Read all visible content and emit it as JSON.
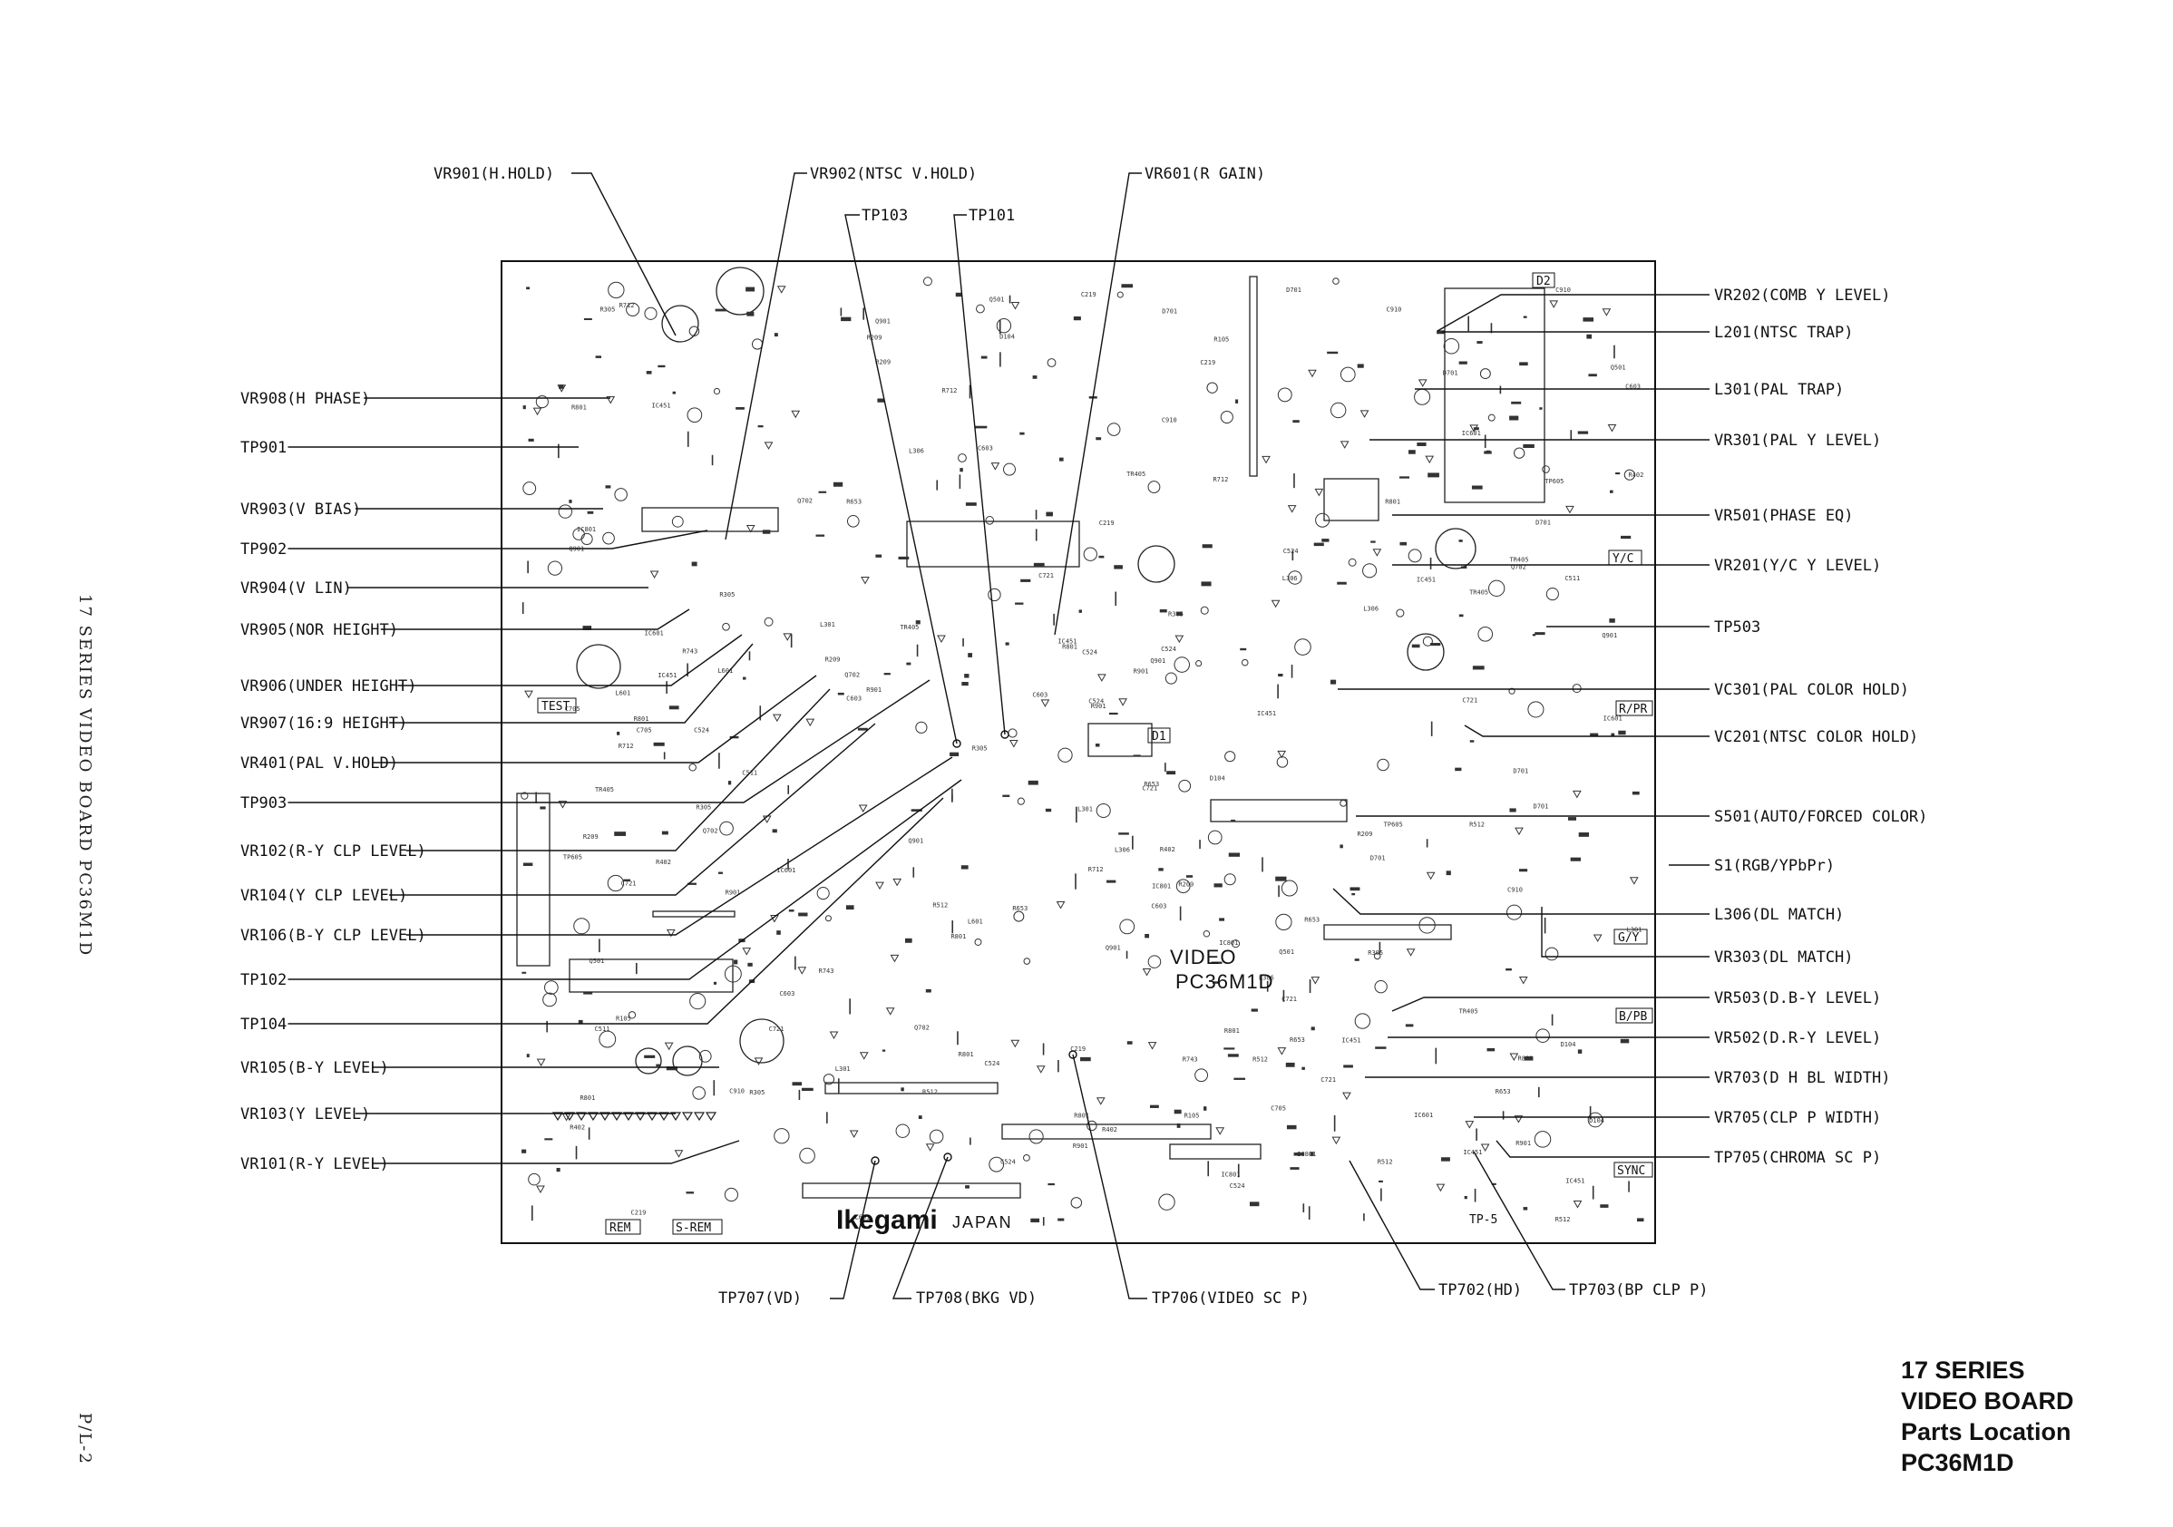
{
  "side_title": "17 SERIES VIDEO BOARD PC36M1D",
  "page_number": "P/L-2",
  "caption": [
    "17 SERIES",
    "VIDEO BOARD",
    "Parts Location",
    "PC36M1D"
  ],
  "board": {
    "name_line1": "VIDEO",
    "name_line2": "PC36M1D",
    "maker": "Ikegami",
    "origin": "JAPAN",
    "mark": "TP-5"
  },
  "board_tags": [
    "TEST",
    "REM",
    "S-REM",
    "Y/C",
    "R/PR",
    "G/Y",
    "B/PB",
    "SYNC",
    "D1",
    "D2"
  ],
  "callouts_top": [
    "VR901(H.HOLD)",
    "VR902(NTSC V.HOLD)",
    "VR601(R GAIN)",
    "TP103",
    "TP101"
  ],
  "callouts_left": [
    "VR908(H PHASE)",
    "TP901",
    "VR903(V BIAS)",
    "TP902",
    "VR904(V LIN)",
    "VR905(NOR HEIGHT)",
    "VR906(UNDER HEIGHT)",
    "VR907(16:9 HEIGHT)",
    "VR401(PAL V.HOLD)",
    "TP903",
    "VR102(R-Y CLP LEVEL)",
    "VR104(Y CLP LEVEL)",
    "VR106(B-Y CLP LEVEL)",
    "TP102",
    "TP104",
    "VR105(B-Y LEVEL)",
    "VR103(Y LEVEL)",
    "VR101(R-Y LEVEL)"
  ],
  "callouts_right": [
    "VR202(COMB Y LEVEL)",
    "L201(NTSC TRAP)",
    "L301(PAL TRAP)",
    "VR301(PAL Y LEVEL)",
    "VR501(PHASE EQ)",
    "VR201(Y/C Y LEVEL)",
    "TP503",
    "VC301(PAL COLOR HOLD)",
    "VC201(NTSC COLOR HOLD)",
    "S501(AUTO/FORCED COLOR)",
    "S1(RGB/YPbPr)",
    "L306(DL MATCH)",
    "VR303(DL MATCH)",
    "VR503(D.B-Y LEVEL)",
    "VR502(D.R-Y LEVEL)",
    "VR703(D H BL WIDTH)",
    "VR705(CLP P WIDTH)",
    "TP705(CHROMA SC P)"
  ],
  "callouts_bottom": [
    "TP707(VD)",
    "TP708(BKG VD)",
    "TP706(VIDEO SC P)",
    "TP702(HD)",
    "TP703(BP CLP P)"
  ]
}
